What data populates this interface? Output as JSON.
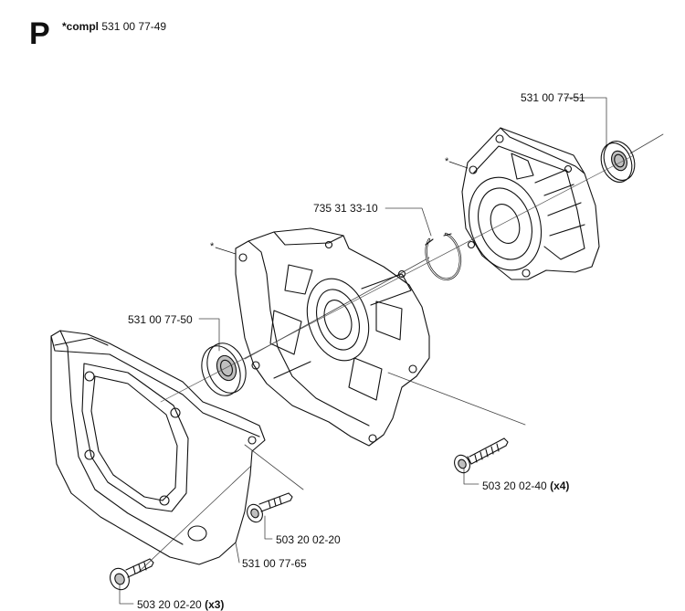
{
  "header": {
    "section_letter": "P",
    "compl_prefix": "*compl",
    "compl_number": "531 00 77-49"
  },
  "parts": [
    {
      "id": "ignition-cover",
      "number": "531 00 77-51",
      "qty": ""
    },
    {
      "id": "circlip",
      "number": "735 31 33-10",
      "qty": ""
    },
    {
      "id": "crank-bearing",
      "number": "531 00 77-50",
      "qty": ""
    },
    {
      "id": "long-screw",
      "number": "503 20 02-40",
      "qty": "(x4)"
    },
    {
      "id": "short-screw-a",
      "number": "503 20 02-20",
      "qty": ""
    },
    {
      "id": "cylinder-cover",
      "number": "531 00 77-65",
      "qty": ""
    },
    {
      "id": "short-screw-b",
      "number": "503 20 02-20",
      "qty": "(x3)"
    }
  ],
  "compl_markers": [
    "*",
    "*"
  ],
  "colors": {
    "line": "#111111",
    "fill": "#ffffff",
    "shade": "#bfbfbf"
  }
}
